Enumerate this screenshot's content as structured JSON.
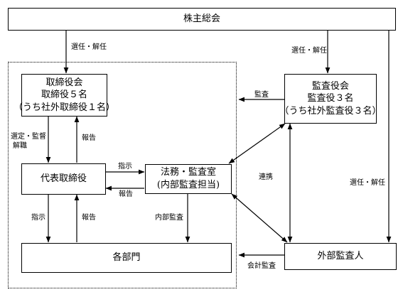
{
  "boxes": {
    "shareholders": "株主総会",
    "board": [
      "取締役会",
      "取締役５名",
      "（うち社外取締役１名）"
    ],
    "auditors": [
      "監査役会",
      "監査役３名",
      "（うち社外監査役３名）"
    ],
    "representative": "代表取締役",
    "legal_audit": [
      "法務・監査室",
      "(内部監査担当)"
    ],
    "departments": "各部門",
    "external_auditor": "外部監査人"
  },
  "labels": {
    "elect_dismiss_board": "選任・解任",
    "elect_dismiss_auditors": "選任・解任",
    "elect_dismiss_external": "選任・解任",
    "audit": "監査",
    "select_supervise": "選定・監督",
    "dismiss": "解職",
    "report_board": "報告",
    "instruct_legal": "指示",
    "report_legal": "報告",
    "cooperation": "連携",
    "instruct_departments": "指示",
    "report_departments": "報告",
    "internal_audit": "内部監査",
    "accounting_audit": "会計監査"
  }
}
